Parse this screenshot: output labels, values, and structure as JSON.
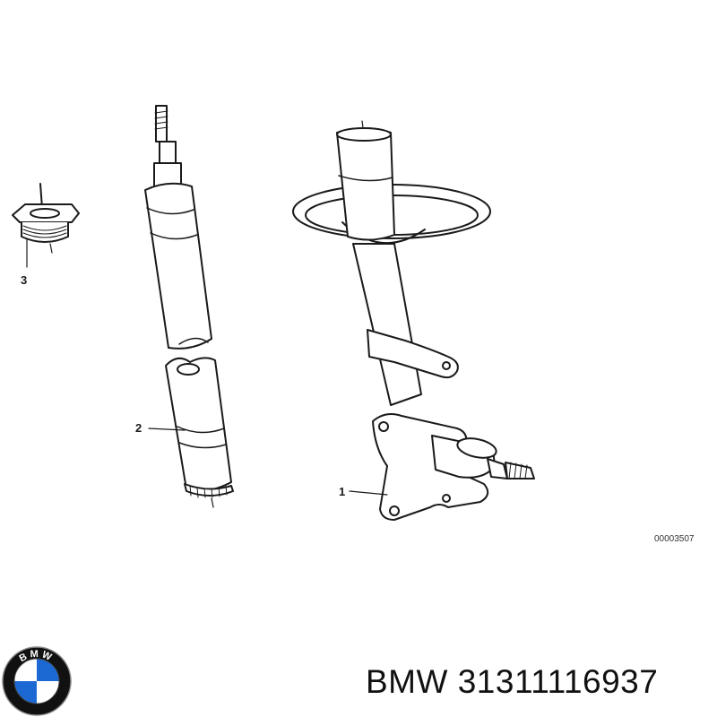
{
  "callouts": {
    "item_1": "1",
    "item_2": "2",
    "item_3": "3"
  },
  "diagram_id": "00003507",
  "caption": {
    "brand": "BMW",
    "part_number": "31311116937"
  },
  "logo": {
    "lettering": "BMW",
    "colors": {
      "blue": "#1c69d4",
      "white": "#ffffff",
      "ring": "#111111"
    }
  }
}
